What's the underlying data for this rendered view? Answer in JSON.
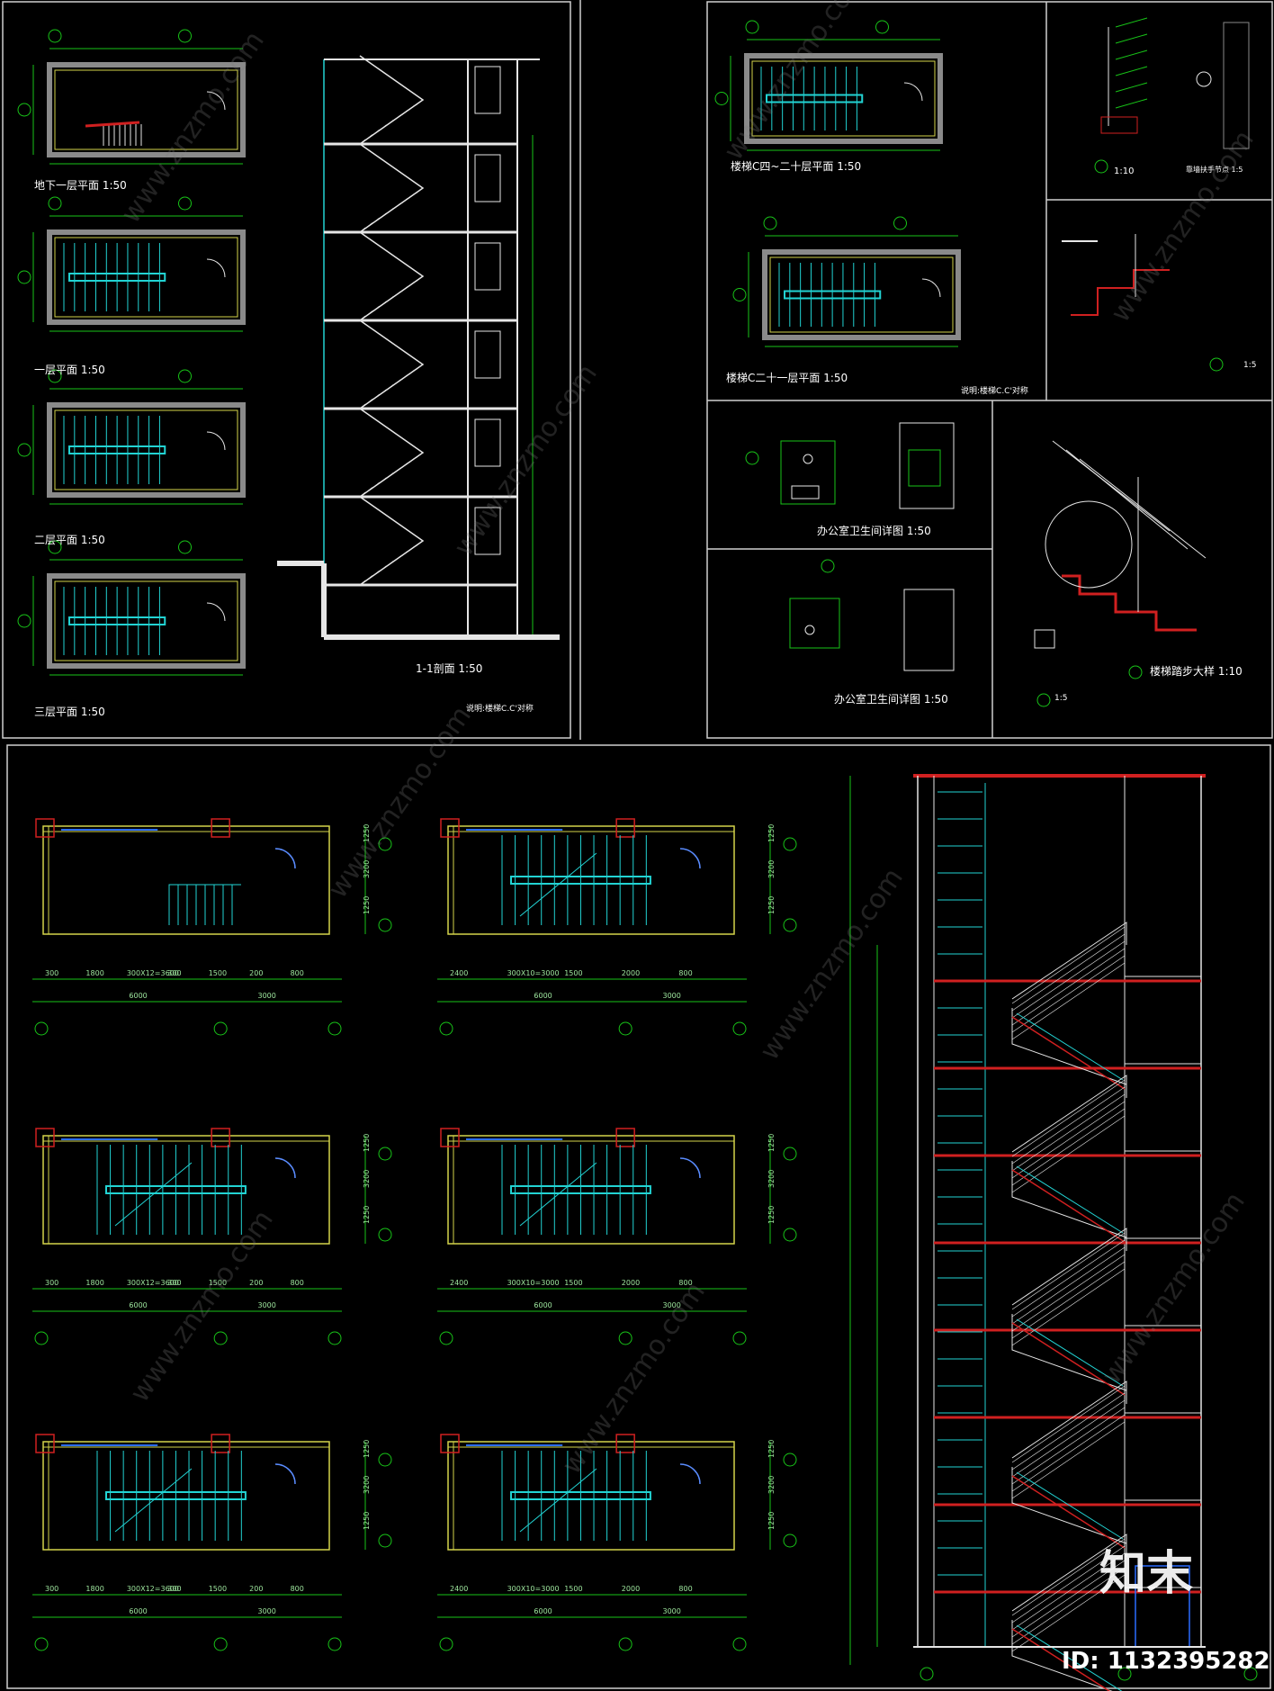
{
  "top_left": {
    "labels": [
      "地下一层平面 1:50",
      "一层平面 1:50",
      "二层平面 1:50",
      "三层平面 1:50"
    ],
    "section_label": "1-1剖面 1:50",
    "note": "说明:楼梯C.C'对称"
  },
  "top_right": {
    "plan_labels": [
      "楼梯C四~二十层平面 1:50",
      "楼梯C二十一层平面 1:50"
    ],
    "note": "说明:楼梯C.C'对称",
    "detail_labels": [
      "1:10",
      "靠墙扶手节点 1:5",
      "1:5"
    ],
    "restroom_labels": [
      "办公室卫生间详图 1:50",
      "办公室卫生间详图 1:50"
    ],
    "step_detail_label": "楼梯踏步大样 1:10",
    "step_detail_small": "1:5"
  },
  "bottom": {
    "dims_left": [
      "300",
      "1800",
      "300X12=3600",
      "300",
      "1500",
      "200",
      "800"
    ],
    "dims_left_totals": [
      "6000",
      "3000"
    ],
    "dims_right": [
      "2400",
      "300X10=3000",
      "1500",
      "2000",
      "800"
    ],
    "dims_right_totals": [
      "6000",
      "3000"
    ],
    "side_dims": [
      "1250",
      "3200",
      "1250"
    ]
  },
  "brand": {
    "logo": "知末",
    "id_text": "ID: 1132395282",
    "watermark": "www.znzmo.com"
  }
}
